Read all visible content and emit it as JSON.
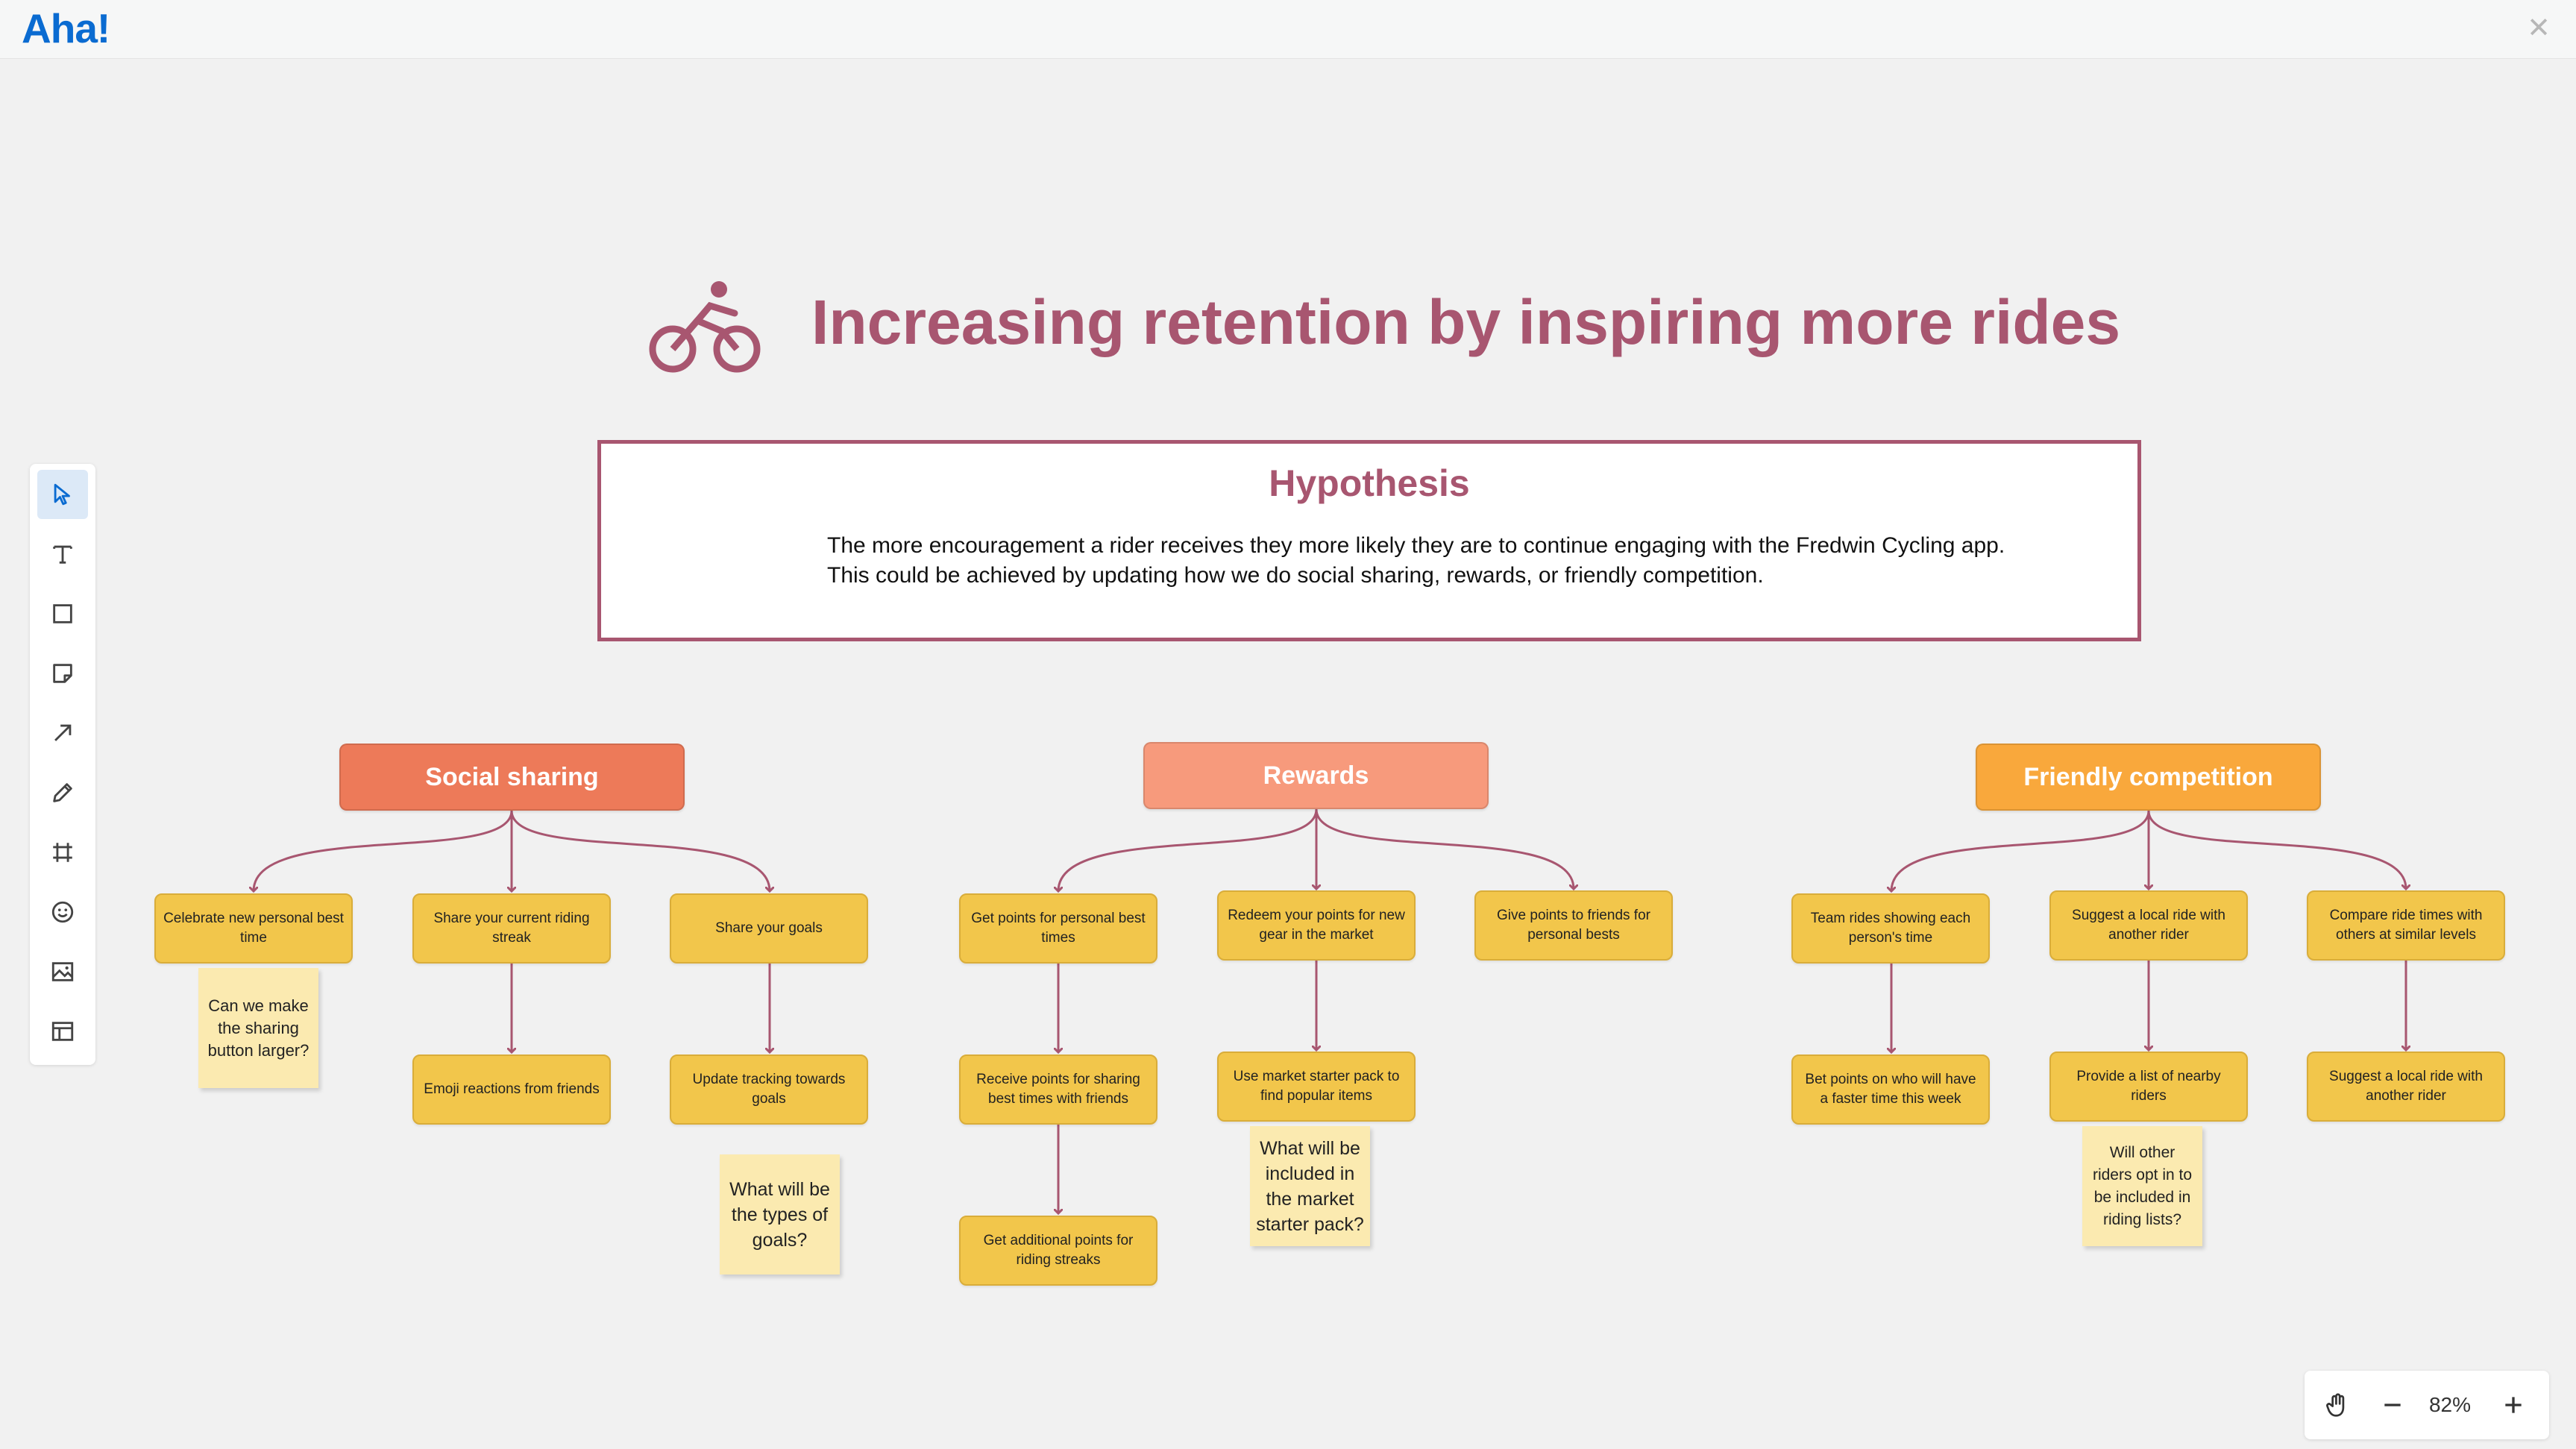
{
  "app": {
    "logo": "Aha!",
    "close_icon": "close-icon"
  },
  "title": "Increasing retention by inspiring more rides",
  "hypothesis": {
    "heading": "Hypothesis",
    "line1": "The more encouragement a rider receives they more likely they are to continue engaging with the Fredwin Cycling app.",
    "line2": "This could be achieved by updating how we do social sharing, rewards, or friendly competition."
  },
  "columns": [
    {
      "heading": "Social sharing",
      "color": "#ed7a59",
      "items": [
        {
          "label": "Celebrate new personal best time",
          "sticky": "Can we make the sharing button larger?"
        },
        {
          "label": "Share your current riding streak",
          "child": "Emoji reactions from friends"
        },
        {
          "label": "Share your goals",
          "child": "Update tracking towards goals",
          "sticky": "What will be the types of goals?"
        }
      ]
    },
    {
      "heading": "Rewards",
      "color": "#f79a7c",
      "items": [
        {
          "label": "Get points for personal best times",
          "child": "Receive points for sharing best times with friends",
          "grandchild": "Get additional points for riding streaks"
        },
        {
          "label": "Redeem your points for new gear in the market",
          "child": "Use market starter pack to find popular items",
          "sticky": "What will be included in the market starter pack?"
        },
        {
          "label": "Give points to friends for personal bests"
        }
      ]
    },
    {
      "heading": "Friendly competition",
      "color": "#f9a83c",
      "items": [
        {
          "label": "Team rides showing each person's time",
          "child": "Bet points on who will have a faster time this week"
        },
        {
          "label": "Suggest a local ride with another rider",
          "child": "Provide a list of nearby riders",
          "sticky": "Will other riders opt in to be included in riding lists?"
        },
        {
          "label": "Compare ride times with others at similar levels",
          "child": "Suggest a local ride with another rider"
        }
      ]
    }
  ],
  "colors": {
    "accent": "#a85670",
    "node": "#f2c64b",
    "sticky": "#fbeab0",
    "connector": "#a85670"
  },
  "toolbar": [
    "pointer-icon",
    "text-icon",
    "shape-icon",
    "sticky-note-icon",
    "arrow-icon",
    "pen-icon",
    "frame-icon",
    "emoji-icon",
    "image-icon",
    "template-icon"
  ],
  "zoom": {
    "value": "82%"
  }
}
